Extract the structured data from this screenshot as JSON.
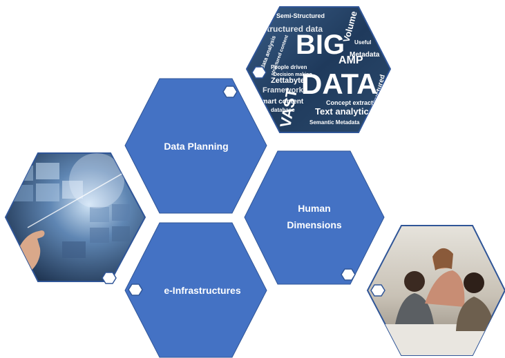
{
  "hexagons": {
    "data_planning": {
      "label": "Data Planning"
    },
    "human_dimensions": {
      "label_line1": "Human",
      "label_line2": "Dimensions"
    },
    "e_infrastructures": {
      "label": "e-Infrastructures"
    }
  },
  "images": {
    "big_data": {
      "words": [
        "Semi-Structured",
        "unstructured data",
        "BIG",
        "DATA",
        "AMP",
        "Volume",
        "Useful",
        "Metadata",
        "data analysis",
        "structured content",
        "People driven",
        "Decision making",
        "Zettabyte",
        "Framework",
        "Smart content",
        "database",
        "Concept extraction",
        "Text analytics",
        "Semantic Metadata",
        "VAST",
        "Structured"
      ]
    }
  },
  "colors": {
    "hex_fill": "#4472c4",
    "hex_stroke": "#2f5597",
    "badge_fill": "#ffffff"
  }
}
